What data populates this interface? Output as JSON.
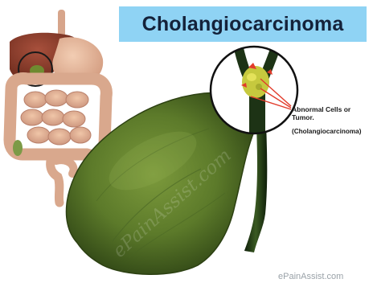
{
  "title": "Cholangiocarcinoma",
  "labels": {
    "abnormal": "Abnormal Cells or Tumor.",
    "cholangio": "(Cholangiocarcinoma)"
  },
  "watermark": {
    "center": "ePainAssist.com",
    "bottom": "ePainAssist.com"
  },
  "colors": {
    "banner": "#8fd3f4",
    "title_text": "#14223a",
    "gallbladder": "#5c7a2a",
    "bile_duct": "#1d3315",
    "tumor_arrow": "#e23b2b",
    "liver": "#8b3a2a"
  }
}
